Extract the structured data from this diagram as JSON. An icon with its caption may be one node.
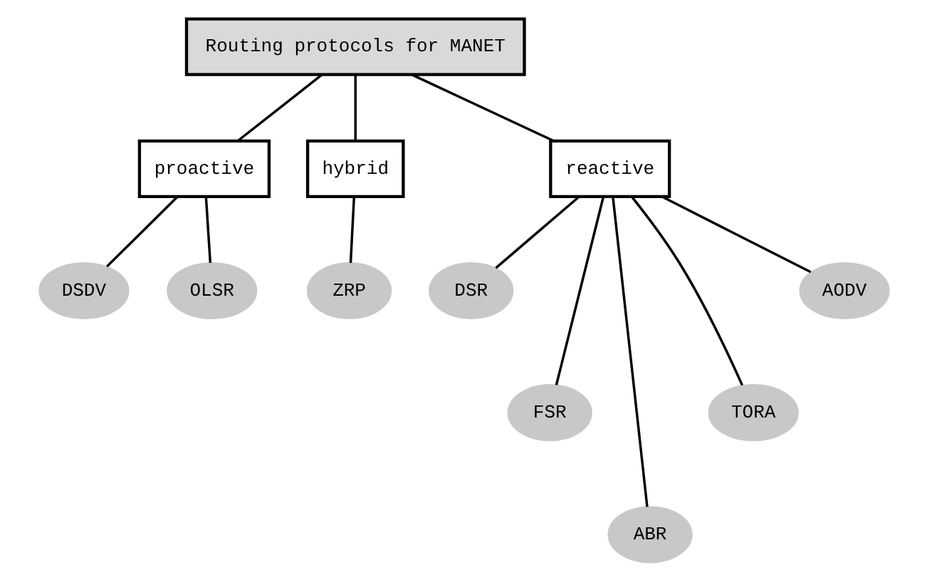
{
  "diagram": {
    "nodes": [
      {
        "text": [
          "Routing protocols for MANET"
        ]
      },
      {
        "text": [
          "proactive"
        ]
      },
      {
        "text": [
          "hybrid"
        ]
      },
      {
        "text": [
          "reactive"
        ]
      },
      {
        "text": [
          "DSDV"
        ]
      },
      {
        "text": [
          "OLSR"
        ]
      },
      {
        "text": [
          "ZRP"
        ]
      },
      {
        "text": [
          "DSR"
        ]
      },
      {
        "text": [
          "FSR"
        ]
      },
      {
        "text": [
          "ABR"
        ]
      },
      {
        "text": [
          "TORA"
        ]
      },
      {
        "text": [
          "AODV"
        ]
      }
    ],
    "edges": [
      {
        "from": 0,
        "to": 1,
        "arrow": "none"
      },
      {
        "from": 0,
        "to": 2,
        "arrow": "none"
      },
      {
        "from": 0,
        "to": 3,
        "arrow": "none"
      },
      {
        "from": 1,
        "to": 4,
        "arrow": "none"
      },
      {
        "from": 1,
        "to": 5,
        "arrow": "none"
      },
      {
        "from": 2,
        "to": 6,
        "arrow": "none"
      },
      {
        "from": 3,
        "to": 7,
        "arrow": "none"
      },
      {
        "from": 3,
        "to": 8,
        "arrow": "none"
      },
      {
        "from": 3,
        "to": 9,
        "arrow": "none"
      },
      {
        "from": 3,
        "to": 10,
        "arrow": "none"
      },
      {
        "from": 3,
        "to": 11,
        "arrow": "none"
      }
    ]
  }
}
